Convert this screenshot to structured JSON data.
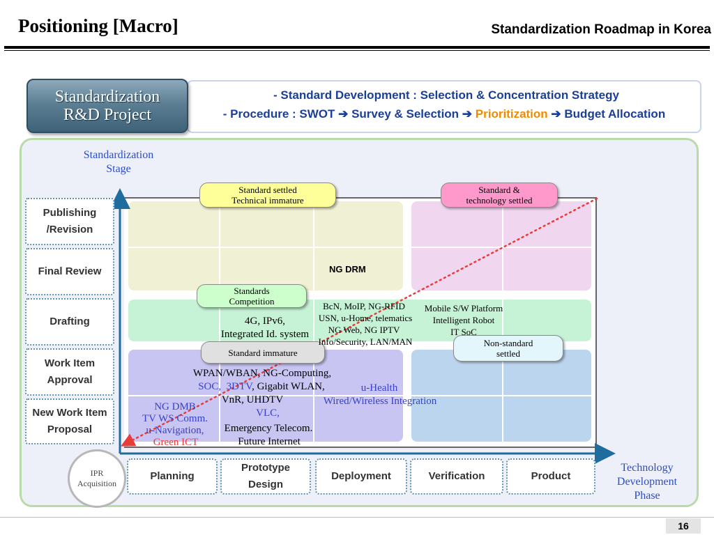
{
  "header": {
    "title": "Positioning [Macro]",
    "subtitle": "Standardization Roadmap in Korea"
  },
  "project_box": {
    "line1": "Standardization",
    "line2": "R&D Project"
  },
  "strategy": {
    "line1": "- Standard Development : Selection & Concentration Strategy",
    "line2_prefix": "- Procedure : SWOT ",
    "arrow": "➔",
    "survey": " Survey & Selection ",
    "prioritization": "Prioritization",
    "budget": " Budget Allocation"
  },
  "axes": {
    "y_label_1": "Standardization",
    "y_label_2": "Stage",
    "x_label_1": "Technology",
    "x_label_2": "Development",
    "x_label_3": "Phase"
  },
  "stages": [
    {
      "line1": "Publishing",
      "line2": "/Revision"
    },
    {
      "line1": "Final Review",
      "line2": ""
    },
    {
      "line1": "Drafting",
      "line2": ""
    },
    {
      "line1": "Work Item",
      "line2": "Approval"
    },
    {
      "line1": "New Work Item",
      "line2": "Proposal"
    }
  ],
  "phases": [
    {
      "line1": "Planning",
      "line2": ""
    },
    {
      "line1": "Prototype",
      "line2": "Design"
    },
    {
      "line1": "Deployment",
      "line2": ""
    },
    {
      "line1": "Verification",
      "line2": ""
    },
    {
      "line1": "Product",
      "line2": ""
    }
  ],
  "ipr": {
    "line1": "IPR",
    "line2": "Acquisition"
  },
  "quadrant_labels": {
    "settled_immature": {
      "line1": "Standard settled",
      "line2": "Technical immature"
    },
    "settled_both": {
      "line1": "Standard &",
      "line2": "technology settled"
    },
    "competition": {
      "line1": "Standards",
      "line2": "Competition"
    },
    "immature": {
      "line1": "Standard immature",
      "line2": ""
    },
    "nonstandard": {
      "line1": "Non-standard",
      "line2": "settled"
    }
  },
  "items": {
    "ng_drm": "NG DRM",
    "g4": "4G, IPv6,",
    "integrated": "Integrated Id. system",
    "bcn": "BcN, MoIP, NG-RFID",
    "usn": "USN, u-Home, telematics",
    "ngweb": "NG Web, NG IPTV",
    "infosec": "Info/Security, LAN/MAN",
    "mobile": "Mobile S/W Platform",
    "robot": "Intelligent Robot",
    "itsoc": "IT SoC",
    "wpan": "WPAN/WBAN, NG-Computing,",
    "soc": "SOC,",
    "dtv": "3DTV",
    "gigabit": ", Gigabit WLAN,",
    "vnr": "VnR, UHDTV",
    "vlc": "VLC,",
    "emergency": "Emergency Telecom.",
    "future": "Future Internet",
    "uhealth": "u-Health",
    "wired": "Wired/Wireless Integration",
    "ngdmb": "NG DMB",
    "tvws": "TV WS Comm.",
    "unav": "u-Navigation,",
    "green": "Green ICT"
  },
  "page_number": "16",
  "colors": {
    "panel_border": "#b9dba9",
    "quad_yellow": "#f0f1d4",
    "quad_pink": "#f0d6ef",
    "band_green": "#c6f2d6",
    "quad_lavender": "#c9c5f2",
    "quad_blue": "#bcd5ef",
    "arrow_blue": "#1f6d9e",
    "trend_red": "#e83b3b"
  }
}
